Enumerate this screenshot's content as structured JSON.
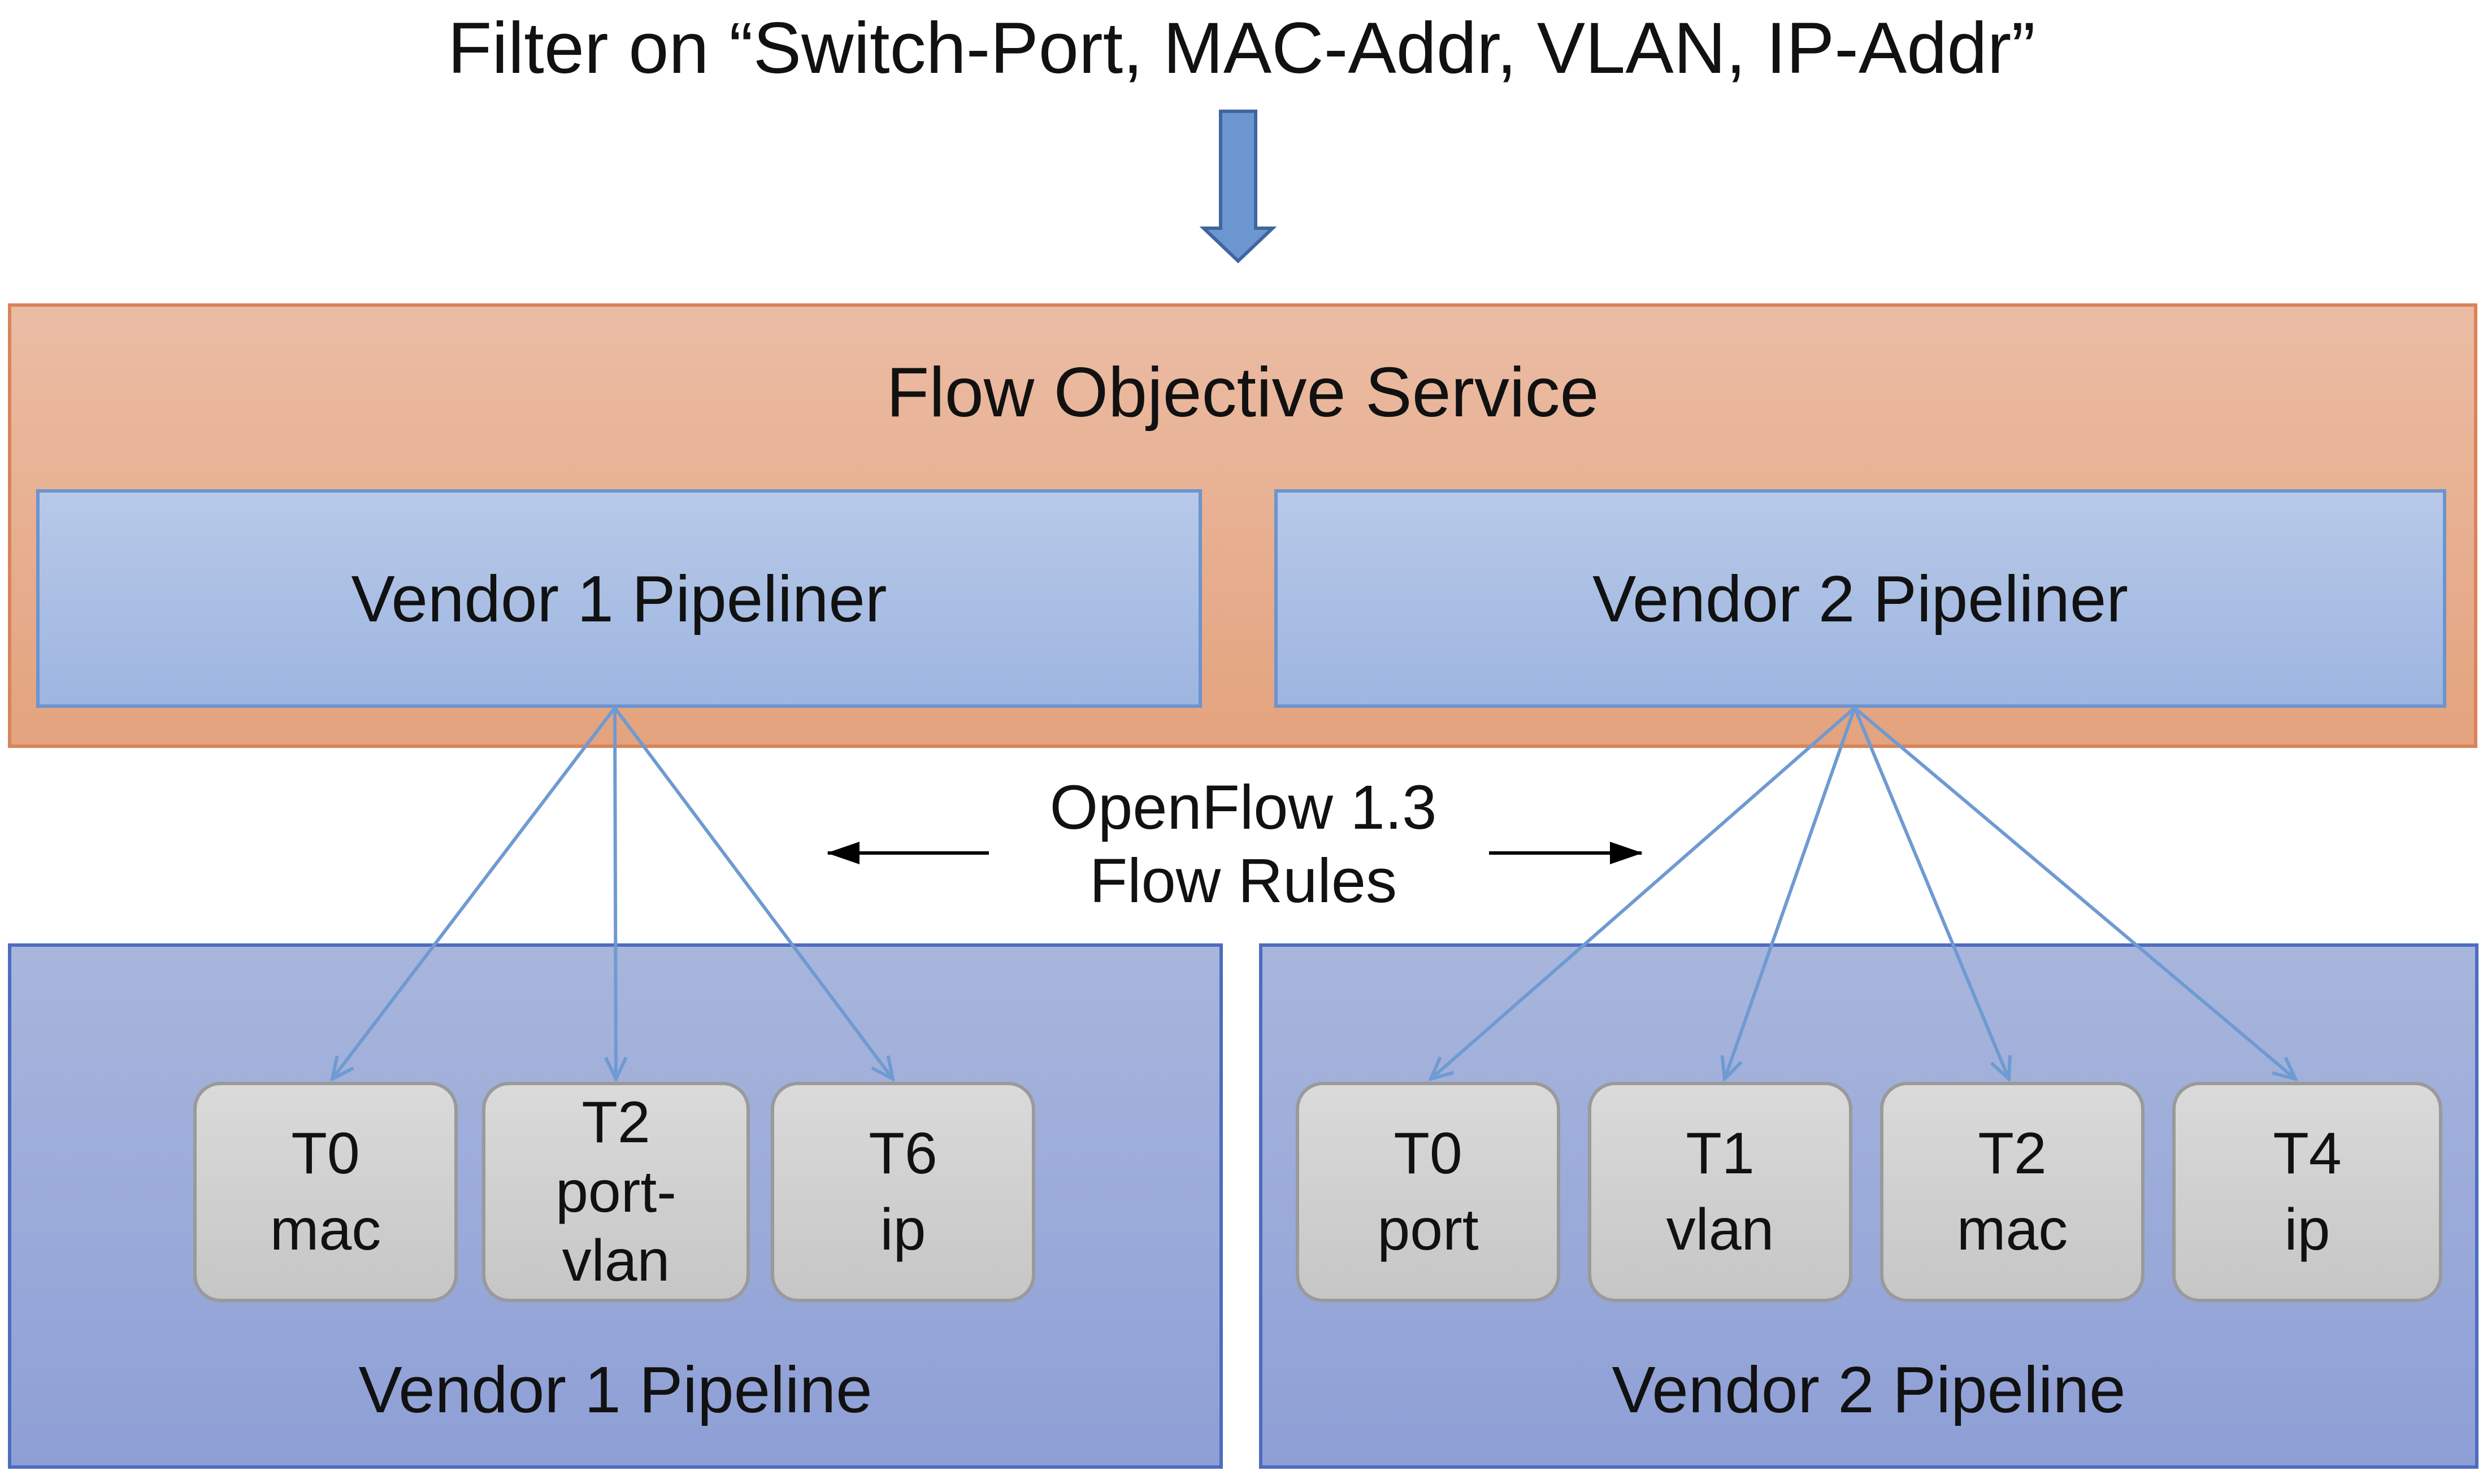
{
  "filter_text": "Filter on “Switch-Port, MAC-Addr,  VLAN, IP-Addr”",
  "service": {
    "title": "Flow Objective Service"
  },
  "pipeliners": [
    {
      "label": "Vendor  1 Pipeliner"
    },
    {
      "label": "Vendor  2 Pipeliner"
    }
  ],
  "openflow": {
    "line1": "OpenFlow 1.3",
    "line2": "Flow Rules"
  },
  "pipelines": [
    {
      "label": "Vendor  1 Pipeline",
      "tables": [
        {
          "id": "T0",
          "name": "mac"
        },
        {
          "id": "T2",
          "name_line1": "port-",
          "name_line2": "vlan"
        },
        {
          "id": "T6",
          "name": "ip"
        }
      ]
    },
    {
      "label": "Vendor  2 Pipeline",
      "tables": [
        {
          "id": "T0",
          "name": "port"
        },
        {
          "id": "T1",
          "name": "vlan"
        },
        {
          "id": "T2",
          "name": "mac"
        },
        {
          "id": "T4",
          "name": "ip"
        }
      ]
    }
  ],
  "colors": {
    "service_fill": "#e3a37e",
    "pipeliner_fill": "#a7bde4",
    "pipeline_fill": "#9aa9d9",
    "table_fill": "#d0d0d0",
    "connector_line": "#6f9ad2",
    "down_arrow": "#6c96cf"
  }
}
